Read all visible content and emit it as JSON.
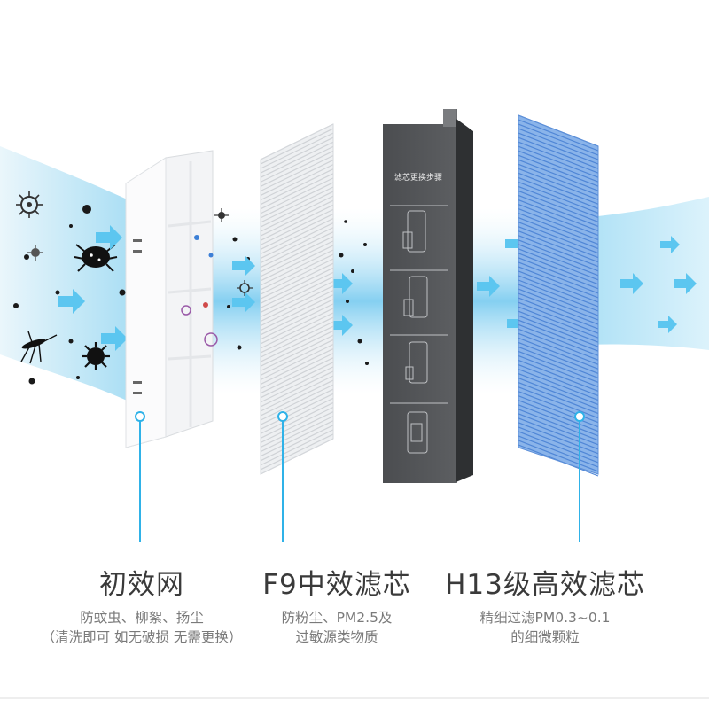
{
  "colors": {
    "air_stream": "#8fd5f2",
    "arrow": "#5cc6f0",
    "callout_line": "#2fb2e8",
    "dust": "#1a1a1a",
    "prefilter_frame": "#f7f8fa",
    "f9_pleats": "#e2e4e7",
    "carbon_panel": "#515356",
    "h13_pleats": "#6a9fe0",
    "title_text": "#3a3a3a",
    "desc_text": "#7a7a7a"
  },
  "carbon_panel": {
    "heading": "滤芯更换步骤"
  },
  "filters": [
    {
      "id": "pre-filter",
      "title": "初效网",
      "desc_line1": "防蚊虫、柳絮、扬尘",
      "desc_line2": "（清洗即可 如无破损 无需更换）"
    },
    {
      "id": "f9-filter",
      "title": "F9中效滤芯",
      "desc_line1": "防粉尘、PM2.5及",
      "desc_line2": "过敏源类物质"
    },
    {
      "id": "h13-filter",
      "title": "H13级高效滤芯",
      "desc_line1": "精细过滤PM0.3~0.1",
      "desc_line2": "的细微颗粒"
    }
  ],
  "icons": {
    "pollutants": [
      "virus-icon",
      "bacteria-icon",
      "mite-icon",
      "mosquito-icon",
      "dust-particle-icon"
    ],
    "flow": "arrow-right-icon"
  }
}
